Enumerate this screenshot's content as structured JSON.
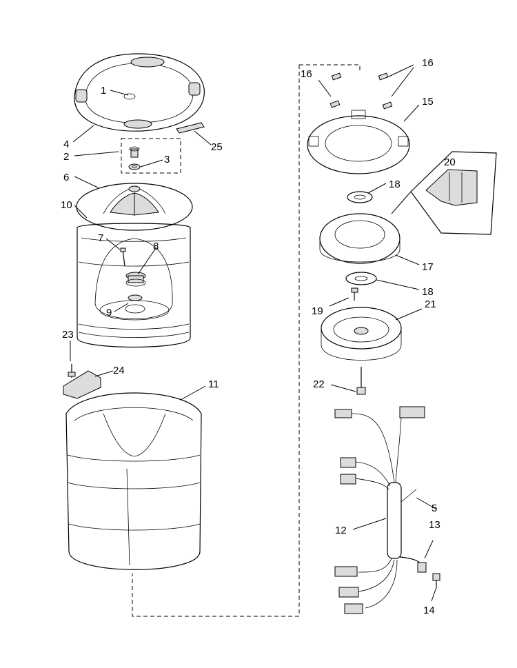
{
  "callouts": [
    {
      "id": "1",
      "text": "1"
    },
    {
      "id": "2",
      "text": "2"
    },
    {
      "id": "3",
      "text": "3"
    },
    {
      "id": "4",
      "text": "4"
    },
    {
      "id": "5",
      "text": "5"
    },
    {
      "id": "6",
      "text": "6"
    },
    {
      "id": "7",
      "text": "7"
    },
    {
      "id": "8",
      "text": "8"
    },
    {
      "id": "9",
      "text": "9"
    },
    {
      "id": "10",
      "text": "10"
    },
    {
      "id": "11",
      "text": "11"
    },
    {
      "id": "12",
      "text": "12"
    },
    {
      "id": "13",
      "text": "13"
    },
    {
      "id": "14",
      "text": "14"
    },
    {
      "id": "15",
      "text": "15"
    },
    {
      "id": "16a",
      "text": "16"
    },
    {
      "id": "16b",
      "text": "16"
    },
    {
      "id": "17",
      "text": "17"
    },
    {
      "id": "18a",
      "text": "18"
    },
    {
      "id": "18b",
      "text": "18"
    },
    {
      "id": "19",
      "text": "19"
    },
    {
      "id": "20",
      "text": "20"
    },
    {
      "id": "21",
      "text": "21"
    },
    {
      "id": "22",
      "text": "22"
    },
    {
      "id": "23",
      "text": "23"
    },
    {
      "id": "24",
      "text": "24"
    },
    {
      "id": "25",
      "text": "25"
    }
  ]
}
